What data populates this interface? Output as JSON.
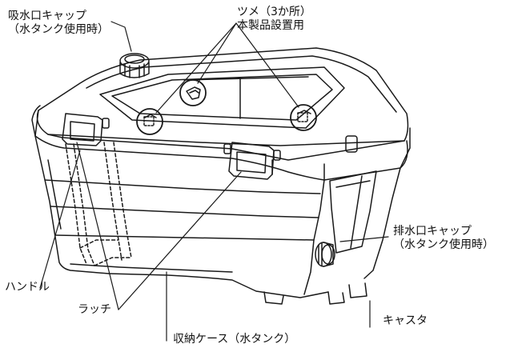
{
  "labels": {
    "intake_cap": {
      "line1": "吸水口キャップ",
      "line2": "（水タンク使用時）"
    },
    "claws": {
      "line1": "ツメ（3か所）",
      "line2": "本製品設置用"
    },
    "drain_cap": {
      "line1": "排水口キャップ",
      "line2": "（水タンク使用時）"
    },
    "handle": "ハンドル",
    "latch": "ラッチ",
    "caster": "キャスタ",
    "case": "収納ケース（水タンク）"
  },
  "colors": {
    "line": "#1a1a1a",
    "background": "#ffffff"
  }
}
